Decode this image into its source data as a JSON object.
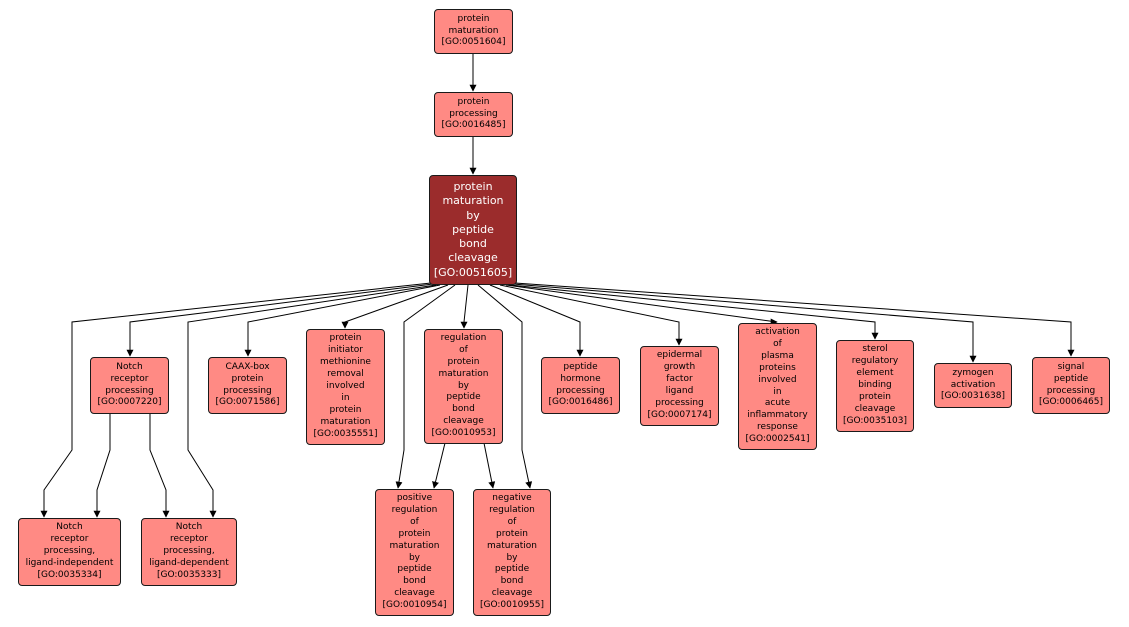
{
  "nodes": {
    "n0051604": {
      "label": "protein\nmaturation\n[GO:0051604]"
    },
    "n0016485": {
      "label": "protein\nprocessing\n[GO:0016485]"
    },
    "n0051605": {
      "label": "protein\nmaturation\nby\npeptide\nbond\ncleavage\n[GO:0051605]"
    },
    "n0007220": {
      "label": "Notch\nreceptor\nprocessing\n[GO:0007220]"
    },
    "n0071586": {
      "label": "CAAX-box\nprotein\nprocessing\n[GO:0071586]"
    },
    "n0035551": {
      "label": "protein\ninitiator\nmethionine\nremoval\ninvolved\nin\nprotein\nmaturation\n[GO:0035551]"
    },
    "n0010953": {
      "label": "regulation\nof\nprotein\nmaturation\nby\npeptide\nbond\ncleavage\n[GO:0010953]"
    },
    "n0016486": {
      "label": "peptide\nhormone\nprocessing\n[GO:0016486]"
    },
    "n0007174": {
      "label": "epidermal\ngrowth\nfactor\nligand\nprocessing\n[GO:0007174]"
    },
    "n0002541": {
      "label": "activation\nof\nplasma\nproteins\ninvolved\nin\nacute\ninflammatory\nresponse\n[GO:0002541]"
    },
    "n0035103": {
      "label": "sterol\nregulatory\nelement\nbinding\nprotein\ncleavage\n[GO:0035103]"
    },
    "n0031638": {
      "label": "zymogen\nactivation\n[GO:0031638]"
    },
    "n0006465": {
      "label": "signal\npeptide\nprocessing\n[GO:0006465]"
    },
    "n0035334": {
      "label": "Notch\nreceptor\nprocessing,\nligand-independent\n[GO:0035334]"
    },
    "n0035333": {
      "label": "Notch\nreceptor\nprocessing,\nligand-dependent\n[GO:0035333]"
    },
    "n0010954": {
      "label": "positive\nregulation\nof\nprotein\nmaturation\nby\npeptide\nbond\ncleavage\n[GO:0010954]"
    },
    "n0010955": {
      "label": "negative\nregulation\nof\nprotein\nmaturation\nby\npeptide\nbond\ncleavage\n[GO:0010955]"
    }
  },
  "colors": {
    "node_fill": "#ff8a84",
    "focus_fill": "#9b2c2c",
    "edge": "#000000"
  }
}
